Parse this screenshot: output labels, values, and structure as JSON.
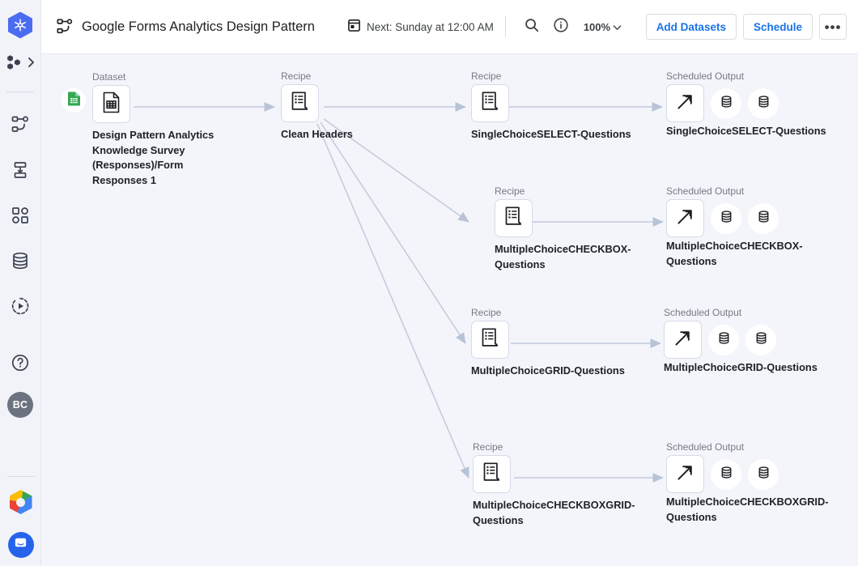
{
  "rail": {
    "logo_icon": "trifacta-hex-logo",
    "project_switcher": {
      "icon": "project-nodes-icon",
      "chevron": "chevron-right-icon"
    },
    "items": [
      {
        "name": "flows",
        "icon": "flow-graph-icon"
      },
      {
        "name": "plans",
        "icon": "plan-stack-icon"
      },
      {
        "name": "connections",
        "icon": "squares-circles-icon"
      },
      {
        "name": "datasets",
        "icon": "database-icon"
      },
      {
        "name": "jobs",
        "icon": "play-history-icon"
      },
      {
        "name": "help",
        "icon": "help-circle-icon"
      }
    ],
    "avatar_initials": "BC",
    "bottom": [
      {
        "name": "google-cloud",
        "icon": "google-cloud-hex-icon"
      },
      {
        "name": "support-chat",
        "icon": "chat-bubble-icon"
      }
    ]
  },
  "header": {
    "flow_icon": "flow-graph-icon",
    "title": "Google Forms Analytics Design Pattern",
    "calendar_icon": "calendar-icon",
    "schedule_text": "Next: Sunday at 12:00 AM",
    "search_icon": "search-icon",
    "info_icon": "info-circle-icon",
    "zoom_level": "100%",
    "zoom_chevron_icon": "chevron-down-icon",
    "add_datasets_label": "Add Datasets",
    "schedule_label": "Schedule",
    "more_label": "•••"
  },
  "canvas": {
    "kinds": {
      "dataset": "Dataset",
      "recipe": "Recipe",
      "output": "Scheduled Output"
    },
    "source": {
      "kind": "Dataset",
      "label": "Design Pattern Analytics Knowledge Survey (Responses)/Form Responses 1",
      "icon": "spreadsheet-file-icon",
      "badge_icon": "google-sheets-icon"
    },
    "clean": {
      "kind": "Recipe",
      "label": "Clean Headers",
      "icon": "recipe-icon"
    },
    "branches": [
      {
        "recipe_kind": "Recipe",
        "recipe_label": "SingleChoiceSELECT-Questions",
        "recipe_icon": "recipe-icon",
        "output_kind": "Scheduled Output",
        "output_label": "SingleChoiceSELECT-Questions",
        "output_icon": "external-link-arrow-icon",
        "publish_targets": [
          "database-icon",
          "database-icon"
        ]
      },
      {
        "recipe_kind": "Recipe",
        "recipe_label": "MultipleChoiceCHECKBOX-Questions",
        "recipe_icon": "recipe-icon",
        "output_kind": "Scheduled Output",
        "output_label": "MultipleChoiceCHECKBOX-Questions",
        "output_icon": "external-link-arrow-icon",
        "publish_targets": [
          "database-icon",
          "database-icon"
        ]
      },
      {
        "recipe_kind": "Recipe",
        "recipe_label": "MultipleChoiceGRID-Questions",
        "recipe_icon": "recipe-icon",
        "output_kind": "Scheduled Output",
        "output_label": "MultipleChoiceGRID-Questions",
        "output_icon": "external-link-arrow-icon",
        "publish_targets": [
          "database-icon",
          "database-icon"
        ]
      },
      {
        "recipe_kind": "Recipe",
        "recipe_label": "MultipleChoiceCHECKBOXGRID-Questions",
        "recipe_icon": "recipe-icon",
        "output_kind": "Scheduled Output",
        "output_label": "MultipleChoiceCHECKBOXGRID-Questions",
        "output_icon": "external-link-arrow-icon",
        "publish_targets": [
          "database-icon",
          "database-icon"
        ]
      }
    ]
  },
  "colors": {
    "accent": "#1a73e8",
    "canvas_bg": "#f3f5fb",
    "rail_bg": "#f1f3f9",
    "edge": "#c2cadb",
    "tile_border": "#d5dae6"
  }
}
